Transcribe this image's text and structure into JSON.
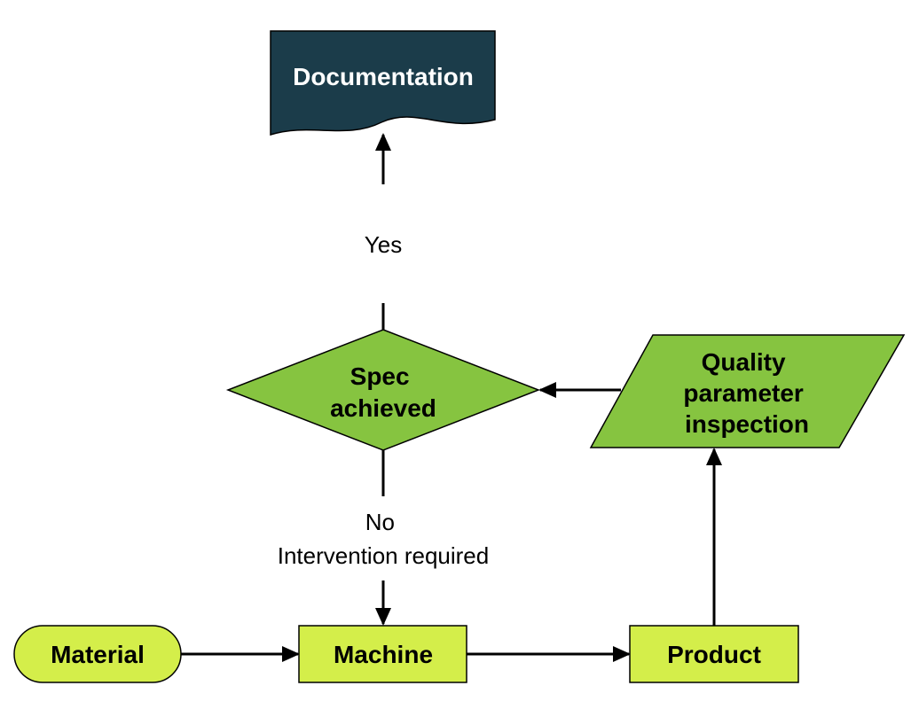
{
  "colors": {
    "light_green": "#d4ee4a",
    "green": "#86c440",
    "dark_teal": "#1b3c4a",
    "stroke": "#000000"
  },
  "nodes": {
    "documentation": {
      "label": "Documentation",
      "shape": "document"
    },
    "spec": {
      "label_lines": [
        "Spec",
        "achieved"
      ],
      "shape": "decision"
    },
    "quality": {
      "label_lines": [
        "Quality",
        "parameter",
        "inspection"
      ],
      "shape": "data"
    },
    "material": {
      "label": "Material",
      "shape": "terminator"
    },
    "machine": {
      "label": "Machine",
      "shape": "process"
    },
    "product": {
      "label": "Product",
      "shape": "process"
    }
  },
  "edges": {
    "yes_label": "Yes",
    "no_label_lines": [
      "No",
      "Intervention required"
    ]
  }
}
